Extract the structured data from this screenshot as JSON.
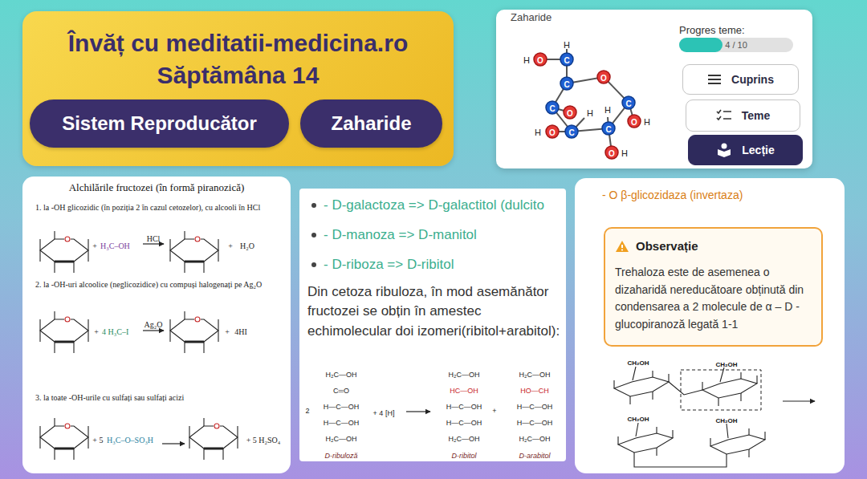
{
  "diagram": {
    "nodes": [
      {
        "text": [
          "Învăț cu meditatii-medicina.ro",
          "Săptămâna 14"
        ]
      },
      {
        "text": [
          "Sistem Reproducător"
        ],
        "in": 0
      },
      {
        "text": [
          "Zaharide"
        ],
        "in": 0
      },
      {
        "text": [
          "Zaharide"
        ]
      },
      {
        "text": [
          "Progres teme:",
          "4 / 10"
        ],
        "in": 3
      },
      {
        "text": [
          "Cuprins"
        ],
        "in": 3
      },
      {
        "text": [
          "Teme"
        ],
        "in": 3
      },
      {
        "text": [
          "Lecție"
        ],
        "in": 3
      },
      {
        "text": [
          "Alchilările fructozei (în formă piranozică)",
          "1. la -OH glicozidic (în poziția 2 în cazul cetozelor), cu alcooli în HCl",
          "2. la -OH-uri alcoolice (neglicozidice) cu compuși halogenați pe Ag₂O",
          "3. la toate -OH-urile cu sulfați sau sulfați acizi"
        ]
      },
      {
        "text": [
          "- D-galactoza => D-galactitol (dulcito",
          "- D-manoza => D-manitol",
          "- D-riboza => D-ribitol",
          "Din cetoza ribuloza, în mod asemănător fructozei se obțin în amestec echimolecular doi izomeri(ribitol+arabitol):"
        ]
      },
      {
        "text": [
          "- O β-glicozidaza (invertaza)"
        ]
      },
      {
        "text": [
          "Observație",
          "Trehaloza este de asemenea o dizaharidă nereducătoare obținută din condensarea a 2 molecule de α – D - glucopiranoză legată 1-1"
        ],
        "in": 10
      }
    ],
    "labels": [
      "H",
      "H",
      "O",
      "C",
      "O",
      "C",
      "C",
      "O",
      "C",
      "O",
      "H",
      "C",
      "O",
      "H",
      "C",
      "O",
      "H",
      "H",
      "H",
      "+",
      "H₃C–OH",
      "HCl",
      "+",
      "H₂O",
      "+",
      "4 H₃C–I",
      "Ag₂O",
      "+",
      "4HI",
      "+",
      "5",
      "H₃C–O–SO₃H",
      "+ 5 H₂SO₄",
      "2",
      "H₂C—OH",
      "C═O",
      "H—C—OH",
      "H—C—OH",
      "H₂C—OH",
      "+ 4 [H]",
      "H₂C—OH",
      "HC—OH",
      "H—C—OH",
      "H—C—OH",
      "H₂C—OH",
      "+",
      "H₂C—OH",
      "HO—CH",
      "H—C—OH",
      "H—C—OH",
      "H₂C—OH",
      "D-ribuloză",
      "D-ribitol",
      "D-arabitol",
      "CH₂OH",
      "CH₂OH",
      "CH₂OH",
      "CH₂OH"
    ]
  }
}
